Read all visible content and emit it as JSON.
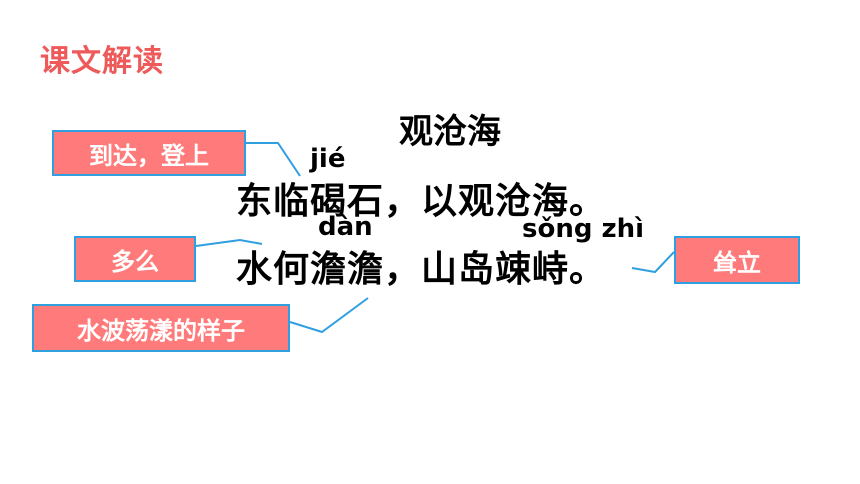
{
  "heading": "课文解读",
  "poem": {
    "title": "观沧海",
    "line1": "东临碣石，以观沧海。",
    "line2": "水何澹澹，山岛竦峙。"
  },
  "pinyin": {
    "jie": "jié",
    "dan": "dàn",
    "songzhi": "sǒng zhì"
  },
  "notes": {
    "reach_climb": "到达，登上",
    "how": "多么",
    "water_ripple": "水波荡漾的样子",
    "towering": "耸立"
  },
  "colors": {
    "heading": "#ee5a5a",
    "note_fill": "#ff7b7b",
    "note_border": "#2f9fe0",
    "connector": "#2f9fe0"
  }
}
